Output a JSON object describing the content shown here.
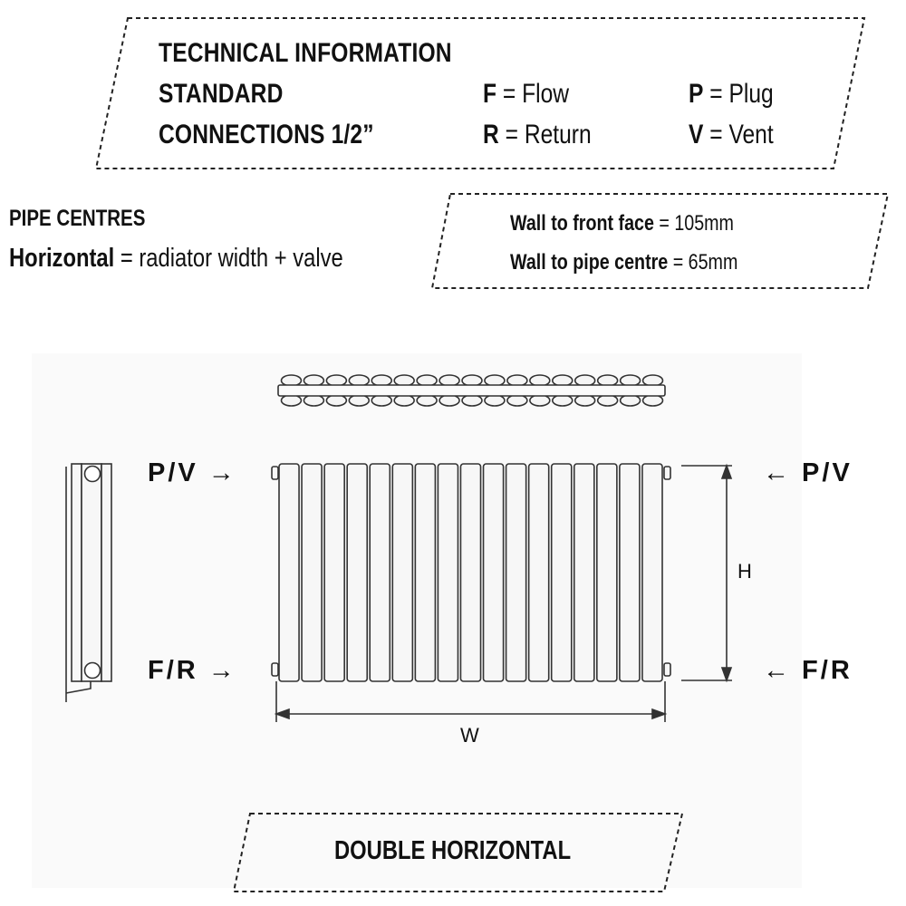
{
  "technical": {
    "title": "TECHNICAL INFORMATION",
    "row1_label": "STANDARD",
    "row2_label": "CONNECTIONS 1/2”",
    "legend": [
      {
        "key": "F",
        "text": "= Flow"
      },
      {
        "key": "R",
        "text": "= Return"
      },
      {
        "key": "P",
        "text": "= Plug"
      },
      {
        "key": "V",
        "text": "= Vent"
      }
    ]
  },
  "pipe_centres": {
    "title": "PIPE CENTRES",
    "label": "Horizontal",
    "value": "= radiator width + valve"
  },
  "wall": {
    "front_label": "Wall to front face",
    "front_value": "= 105mm",
    "pipe_label": "Wall to pipe centre",
    "pipe_value": "= 65mm"
  },
  "diagram": {
    "left_top": "P/V →",
    "left_bottom": "F/R →",
    "right_top": "← P/V",
    "right_bottom": "← F/R",
    "height_label": "H",
    "width_label": "W",
    "column_count": 17
  },
  "footer": {
    "label": "DOUBLE HORIZONTAL"
  }
}
